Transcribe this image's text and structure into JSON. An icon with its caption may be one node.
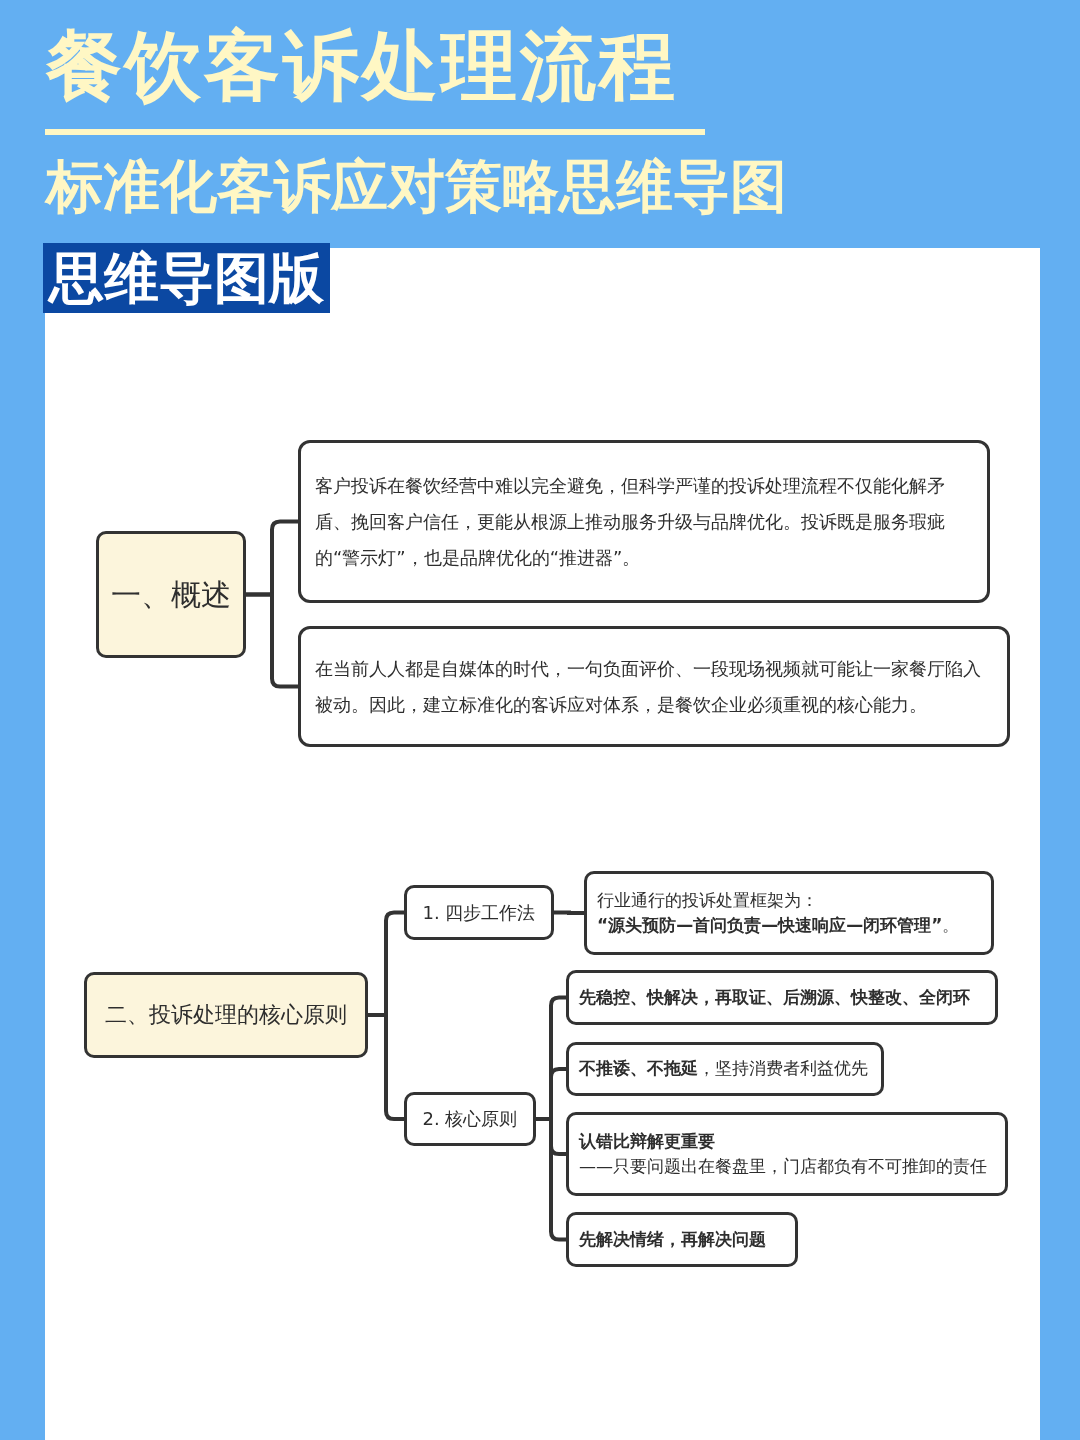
{
  "diagram": {
    "title": "餐饮客诉处理流程",
    "nodes": [
      {
        "text": [
          "一、概述"
        ]
      },
      {
        "text": [
          "客户投诉在餐饮经营中难以完全避免，但科学严谨的投诉处理流程不仅能化解矛盾、挽回客户信任，更能从根源上推动服务升级与品牌优化。投诉既是服务瑕疵的“警示灯”，也是品牌优化的“推进器”。"
        ]
      },
      {
        "text": [
          "在当前人人都是自媒体的时代，一句负面评价、一段现场视频就可能让一家餐厅陷入被动。因此，建立标准化的客诉应对体系，是餐饮企业必须重视的核心能力。"
        ]
      },
      {
        "text": [
          "二、投诉处理的核心原则"
        ]
      },
      {
        "text": [
          "1. 四步工作法"
        ]
      },
      {
        "text": [
          "行业通行的投诉处置框架为：",
          "**“源头预防—首问负责—快速响应—闭环管理”**。"
        ]
      },
      {
        "text": [
          "2. 核心原则"
        ]
      },
      {
        "text": [
          "先稳控、快解决，再取证、后溯源、快整改、全闭环"
        ]
      },
      {
        "text": [
          "**不推诿、不拖延**，坚持消费者利益优先"
        ]
      },
      {
        "text": [
          "认错比辩解更重要",
          "——只要问题出在餐盘里，门店都负有不可推卸的责任"
        ]
      },
      {
        "text": [
          "先解决情绪，再解决问题"
        ]
      }
    ],
    "edges": [
      {
        "from": 0,
        "to": 1,
        "arrow": "none"
      },
      {
        "from": 0,
        "to": 2,
        "arrow": "none"
      },
      {
        "from": 3,
        "to": 4,
        "arrow": "none"
      },
      {
        "from": 3,
        "to": 6,
        "arrow": "none"
      },
      {
        "from": 4,
        "to": 5,
        "arrow": "none"
      },
      {
        "from": 6,
        "to": 7,
        "arrow": "none"
      },
      {
        "from": 6,
        "to": 8,
        "arrow": "none"
      },
      {
        "from": 6,
        "to": 9,
        "arrow": "none"
      },
      {
        "from": 6,
        "to": 10,
        "arrow": "none"
      }
    ],
    "labels": [
      "标准化客诉应对策略思维导图",
      "思维导图版"
    ]
  }
}
